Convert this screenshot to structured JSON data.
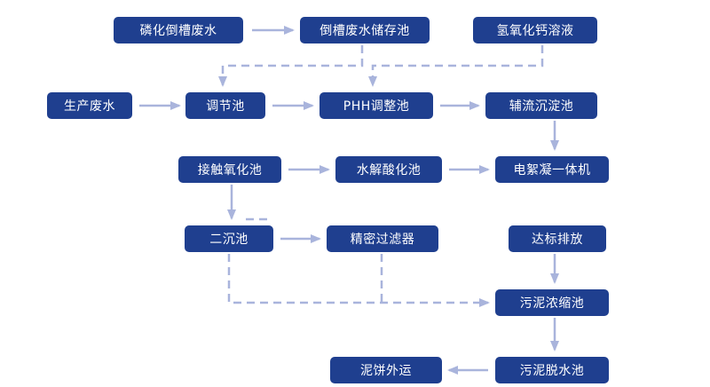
{
  "colors": {
    "node_fill": "#1f3f8f",
    "node_text": "#ffffff",
    "arrow": "#a9b4dc"
  },
  "nodes": {
    "phosphating_wastewater": "磷化倒槽废水",
    "dumped_tank_storage": "倒槽废水储存池",
    "calcium_hydroxide_solution": "氢氧化钙溶液",
    "production_wastewater": "生产废水",
    "regulating_tank": "调节池",
    "ph_adjusting_tank": "PHH调整池",
    "radial_clarifier": "辅流沉淀池",
    "contact_oxidation_tank": "接触氧化池",
    "hydrolysis_acidification_tank": "水解酸化池",
    "electro_flocculation_unit": "电絮凝一体机",
    "secondary_clarifier": "二沉池",
    "fine_filter": "精密过滤器",
    "compliant_discharge": "达标排放",
    "sludge_thickener": "污泥浓缩池",
    "sludge_cake_disposal": "泥饼外运",
    "sludge_dewatering_tank": "污泥脱水池"
  }
}
